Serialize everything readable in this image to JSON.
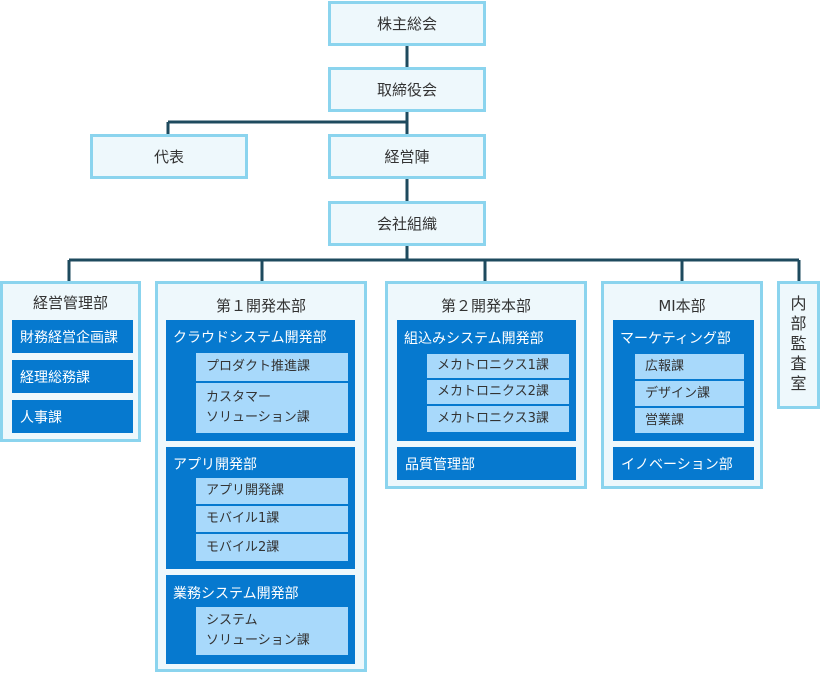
{
  "top": {
    "shareholders": "株主総会",
    "board": "取締役会",
    "representative": "代表",
    "management": "経営陣",
    "organization": "会社組織"
  },
  "divisions": {
    "admin": {
      "title": "経営管理部",
      "sections": [
        "財務経営企画課",
        "経理総務課",
        "人事課"
      ]
    },
    "dev1": {
      "title": "第１開発本部",
      "depts": [
        {
          "title": "クラウドシステム開発部",
          "sections": [
            "プロダクト推進課",
            "カスタマー\nソリューション課"
          ]
        },
        {
          "title": "アプリ開発部",
          "sections": [
            "アプリ開発課",
            "モバイル1課",
            "モバイル2課"
          ]
        },
        {
          "title": "業務システム開発部",
          "sections": [
            "システム\nソリューション課"
          ]
        }
      ]
    },
    "dev2": {
      "title": "第２開発本部",
      "depts": [
        {
          "title": "組込みシステム開発部",
          "sections": [
            "メカトロニクス1課",
            "メカトロニクス2課",
            "メカトロニクス3課"
          ]
        },
        {
          "title": "品質管理部"
        }
      ]
    },
    "mi": {
      "title": "MI本部",
      "depts": [
        {
          "title": "マーケティング部",
          "sections": [
            "広報課",
            "デザイン課",
            "営業課"
          ]
        },
        {
          "title": "イノベーション部"
        }
      ]
    },
    "audit": {
      "chars": [
        "内",
        "部",
        "監",
        "査",
        "室"
      ]
    }
  },
  "colors": {
    "box_border": "#8bd4ee",
    "box_fill": "#eef8fc",
    "dept_fill": "#0679cf",
    "section_fill": "#a8d9fb",
    "connector": "#1e4a5e"
  }
}
